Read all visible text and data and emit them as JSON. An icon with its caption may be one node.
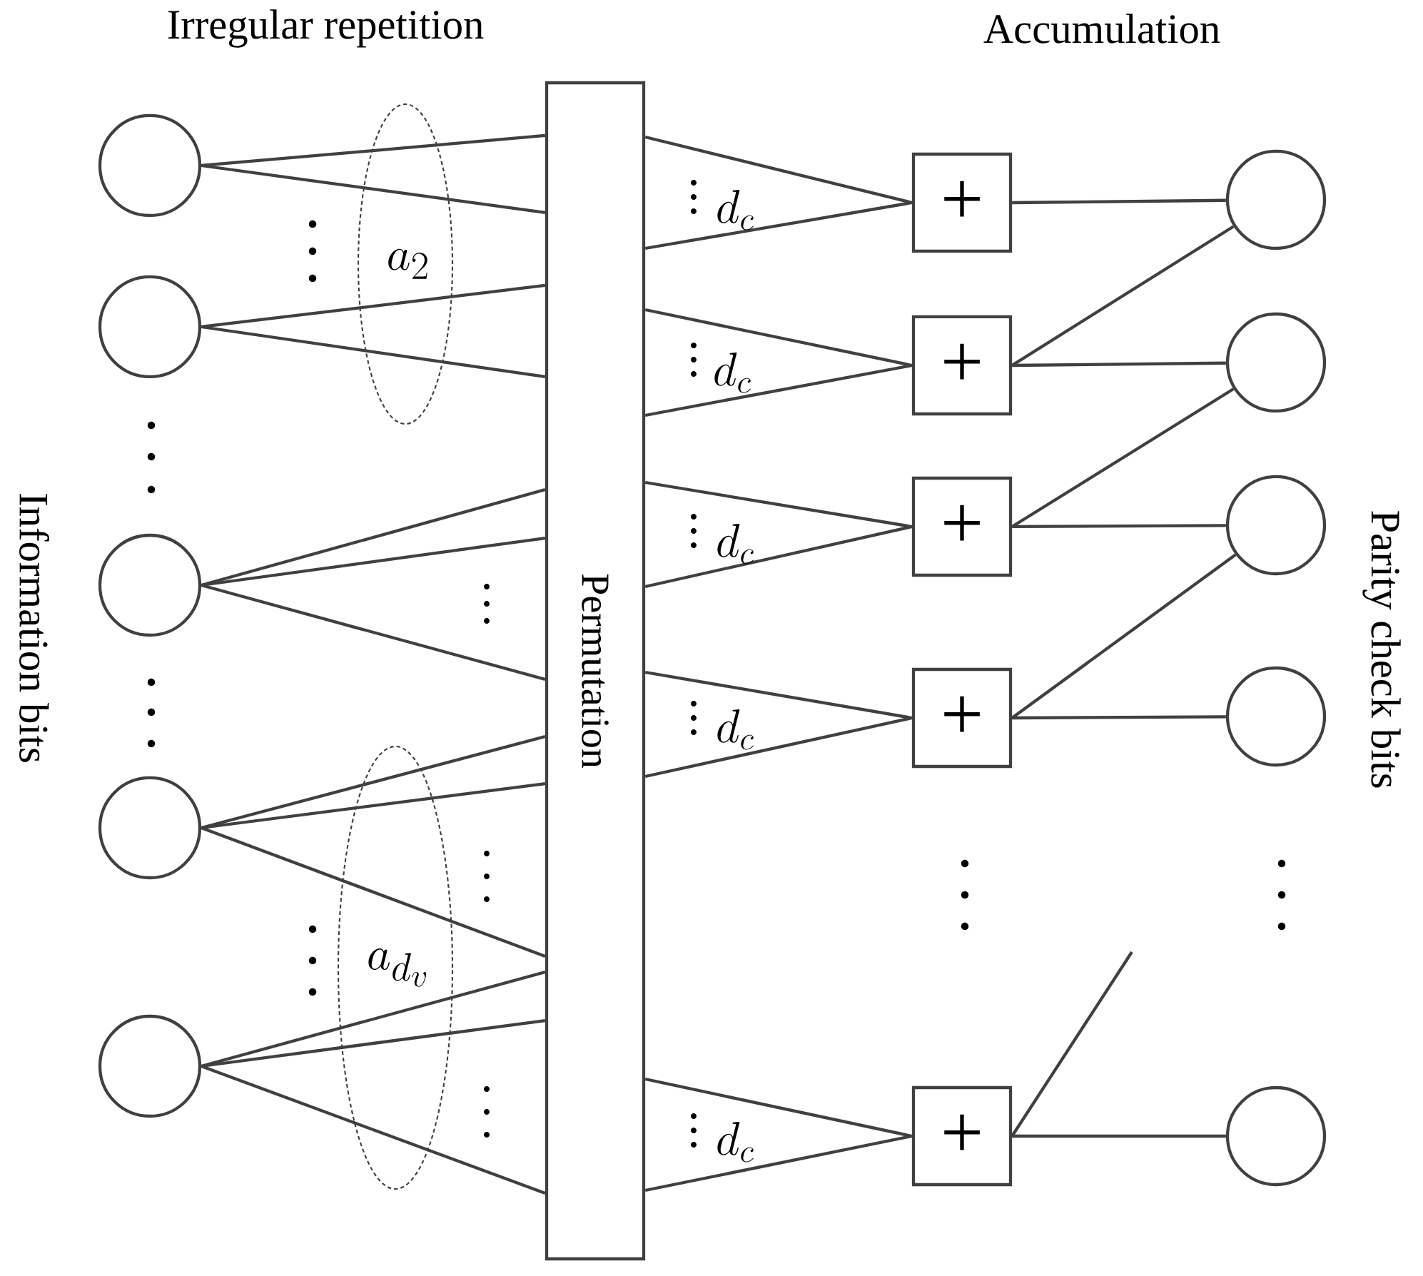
{
  "diagram": {
    "nodes": [
      {
        "text": [],
        "shape": "circle"
      },
      {
        "text": [],
        "shape": "circle"
      },
      {
        "text": [],
        "shape": "circle"
      },
      {
        "text": [],
        "shape": "circle"
      },
      {
        "text": [],
        "shape": "circle"
      },
      {
        "text": [
          "Permutation"
        ]
      },
      {
        "text": [
          "+"
        ]
      },
      {
        "text": [
          "+"
        ]
      },
      {
        "text": [
          "+"
        ]
      },
      {
        "text": [
          "+"
        ]
      },
      {
        "text": [
          "+"
        ]
      },
      {
        "text": [],
        "shape": "circle"
      },
      {
        "text": [],
        "shape": "circle"
      },
      {
        "text": [],
        "shape": "circle"
      },
      {
        "text": [],
        "shape": "circle"
      },
      {
        "text": [],
        "shape": "circle"
      }
    ],
    "edges": [
      {
        "from": 0,
        "to": 5,
        "arrow": "none"
      },
      {
        "from": 0,
        "to": 5,
        "arrow": "none"
      },
      {
        "from": 1,
        "to": 5,
        "arrow": "none"
      },
      {
        "from": 1,
        "to": 5,
        "arrow": "none"
      },
      {
        "from": 2,
        "to": 5,
        "arrow": "none"
      },
      {
        "from": 2,
        "to": 5,
        "arrow": "none"
      },
      {
        "from": 2,
        "to": 5,
        "arrow": "none"
      },
      {
        "from": 3,
        "to": 5,
        "arrow": "none"
      },
      {
        "from": 3,
        "to": 5,
        "arrow": "none"
      },
      {
        "from": 3,
        "to": 5,
        "arrow": "none"
      },
      {
        "from": 4,
        "to": 5,
        "arrow": "none"
      },
      {
        "from": 4,
        "to": 5,
        "arrow": "none"
      },
      {
        "from": 4,
        "to": 5,
        "arrow": "none"
      },
      {
        "from": 5,
        "to": 6,
        "arrow": "none"
      },
      {
        "from": 5,
        "to": 6,
        "arrow": "none"
      },
      {
        "from": 5,
        "to": 7,
        "arrow": "none"
      },
      {
        "from": 5,
        "to": 7,
        "arrow": "none"
      },
      {
        "from": 5,
        "to": 8,
        "arrow": "none"
      },
      {
        "from": 5,
        "to": 8,
        "arrow": "none"
      },
      {
        "from": 5,
        "to": 9,
        "arrow": "none"
      },
      {
        "from": 5,
        "to": 9,
        "arrow": "none"
      },
      {
        "from": 5,
        "to": 10,
        "arrow": "none"
      },
      {
        "from": 5,
        "to": 10,
        "arrow": "none"
      },
      {
        "from": 6,
        "to": 11,
        "arrow": "none"
      },
      {
        "from": 7,
        "to": 11,
        "arrow": "none"
      },
      {
        "from": 7,
        "to": 12,
        "arrow": "none"
      },
      {
        "from": 8,
        "to": 12,
        "arrow": "none"
      },
      {
        "from": 8,
        "to": 13,
        "arrow": "none"
      },
      {
        "from": 9,
        "to": 13,
        "arrow": "none"
      },
      {
        "from": 9,
        "to": 14,
        "arrow": "none"
      },
      {
        "from": 10,
        "to": 15,
        "arrow": "none"
      },
      {
        "from": 10,
        "to": null,
        "arrow": "none"
      }
    ],
    "labels": [
      "Irregular repetition",
      "Accumulation",
      "Information bits",
      "a_{2}",
      "d_{c}",
      "d_{c}",
      "d_{c}",
      "d_{c}",
      "a_{d_{v}}",
      "d_{c}",
      "Parity check bits"
    ]
  }
}
